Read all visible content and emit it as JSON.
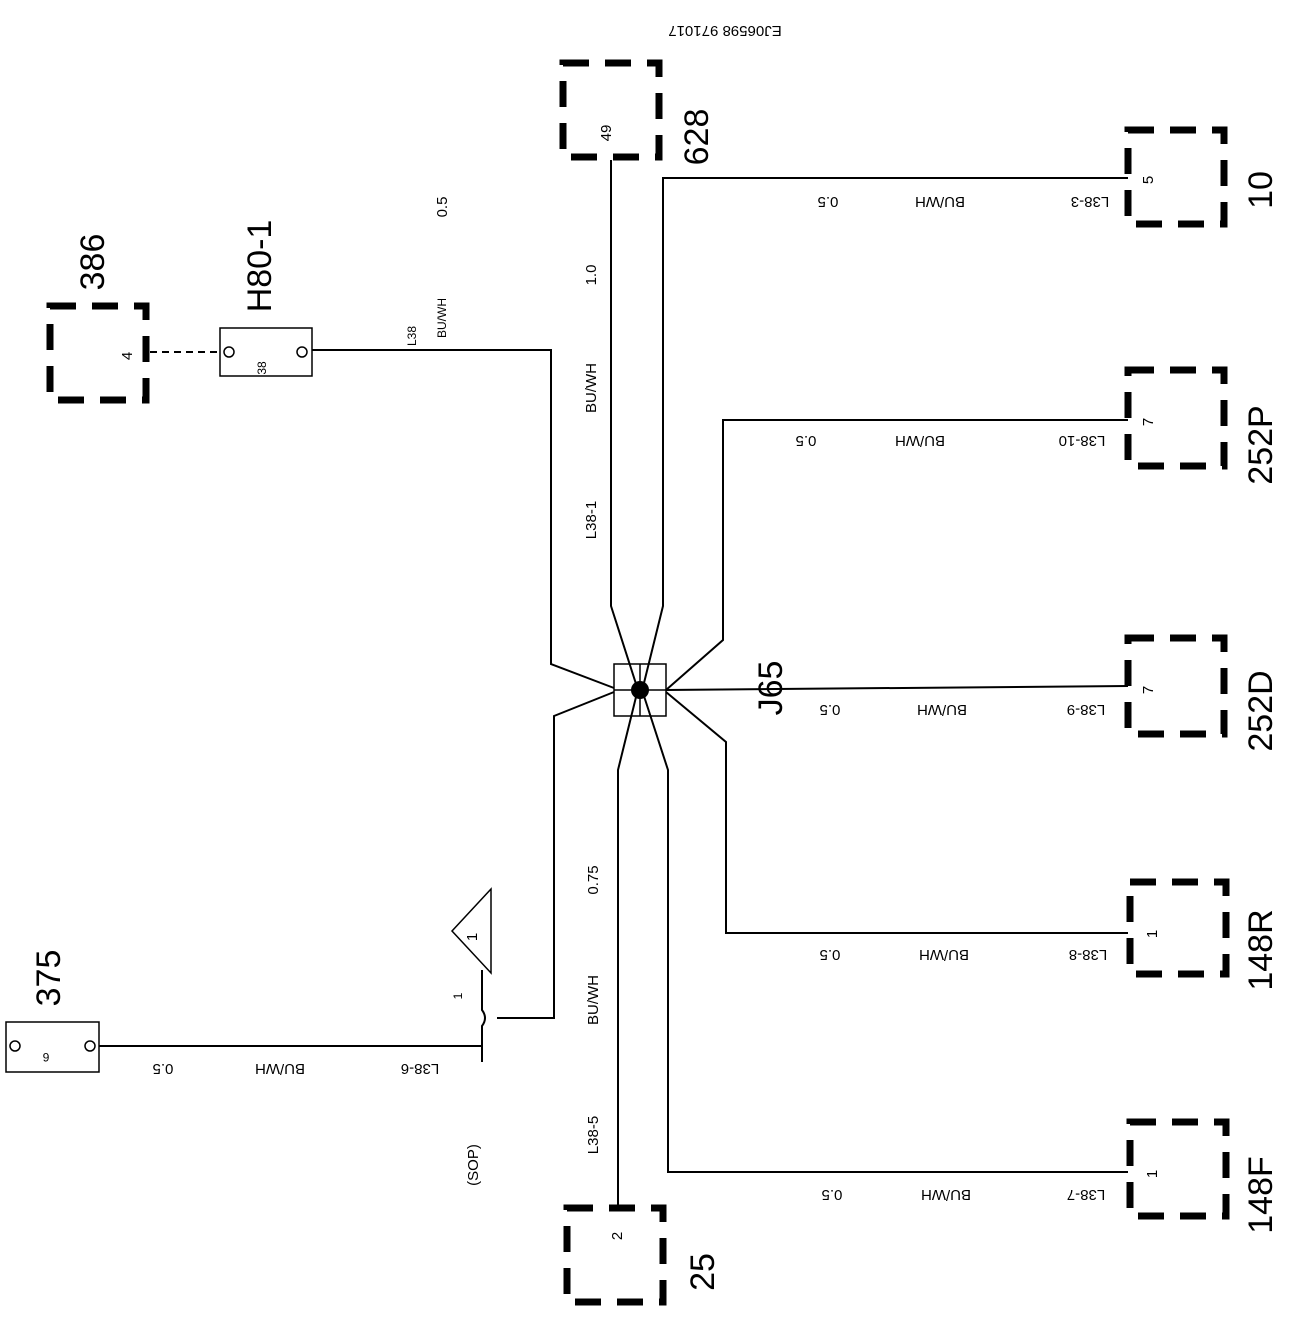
{
  "doc_code": "EJ06598 971017",
  "splice": {
    "id": "J65"
  },
  "components": {
    "c628": {
      "id": "628",
      "pin": "49"
    },
    "c10": {
      "id": "10",
      "pin": "5"
    },
    "c252P": {
      "id": "252P",
      "pin": "7"
    },
    "c252D": {
      "id": "252D",
      "pin": "7"
    },
    "c148R": {
      "id": "148R",
      "pin": "1"
    },
    "c148F": {
      "id": "148F",
      "pin": "1"
    },
    "c25": {
      "id": "25",
      "pin": "2"
    },
    "c386": {
      "id": "386",
      "pin": "4"
    },
    "h80": {
      "id": "H80-1",
      "pin": "38"
    },
    "c375": {
      "id": "375",
      "pin": "6"
    }
  },
  "wires": {
    "w_l38_1": {
      "circuit": "L38-1",
      "color": "BU/WH",
      "size": "1.0"
    },
    "w_l38": {
      "circuit": "L38",
      "color": "BU/WH",
      "size": "0.5"
    },
    "w_l38_3": {
      "circuit": "L38-3",
      "color": "BU/WH",
      "size": "0.5"
    },
    "w_l38_10": {
      "circuit": "L38-10",
      "color": "BU/WH",
      "size": "0.5"
    },
    "w_l38_9": {
      "circuit": "L38-9",
      "color": "BU/WH",
      "size": "0.5"
    },
    "w_l38_8": {
      "circuit": "L38-8",
      "color": "BU/WH",
      "size": "0.5"
    },
    "w_l38_7": {
      "circuit": "L38-7",
      "color": "BU/WH",
      "size": "0.5"
    },
    "w_l38_5": {
      "circuit": "L38-5",
      "color": "BU/WH",
      "size": "0.75"
    },
    "w_l38_6": {
      "circuit": "L38-6",
      "color": "BU/WH",
      "size": "0.5"
    }
  },
  "note": {
    "number": "1",
    "pin": "1",
    "sop": "(SOP)"
  }
}
